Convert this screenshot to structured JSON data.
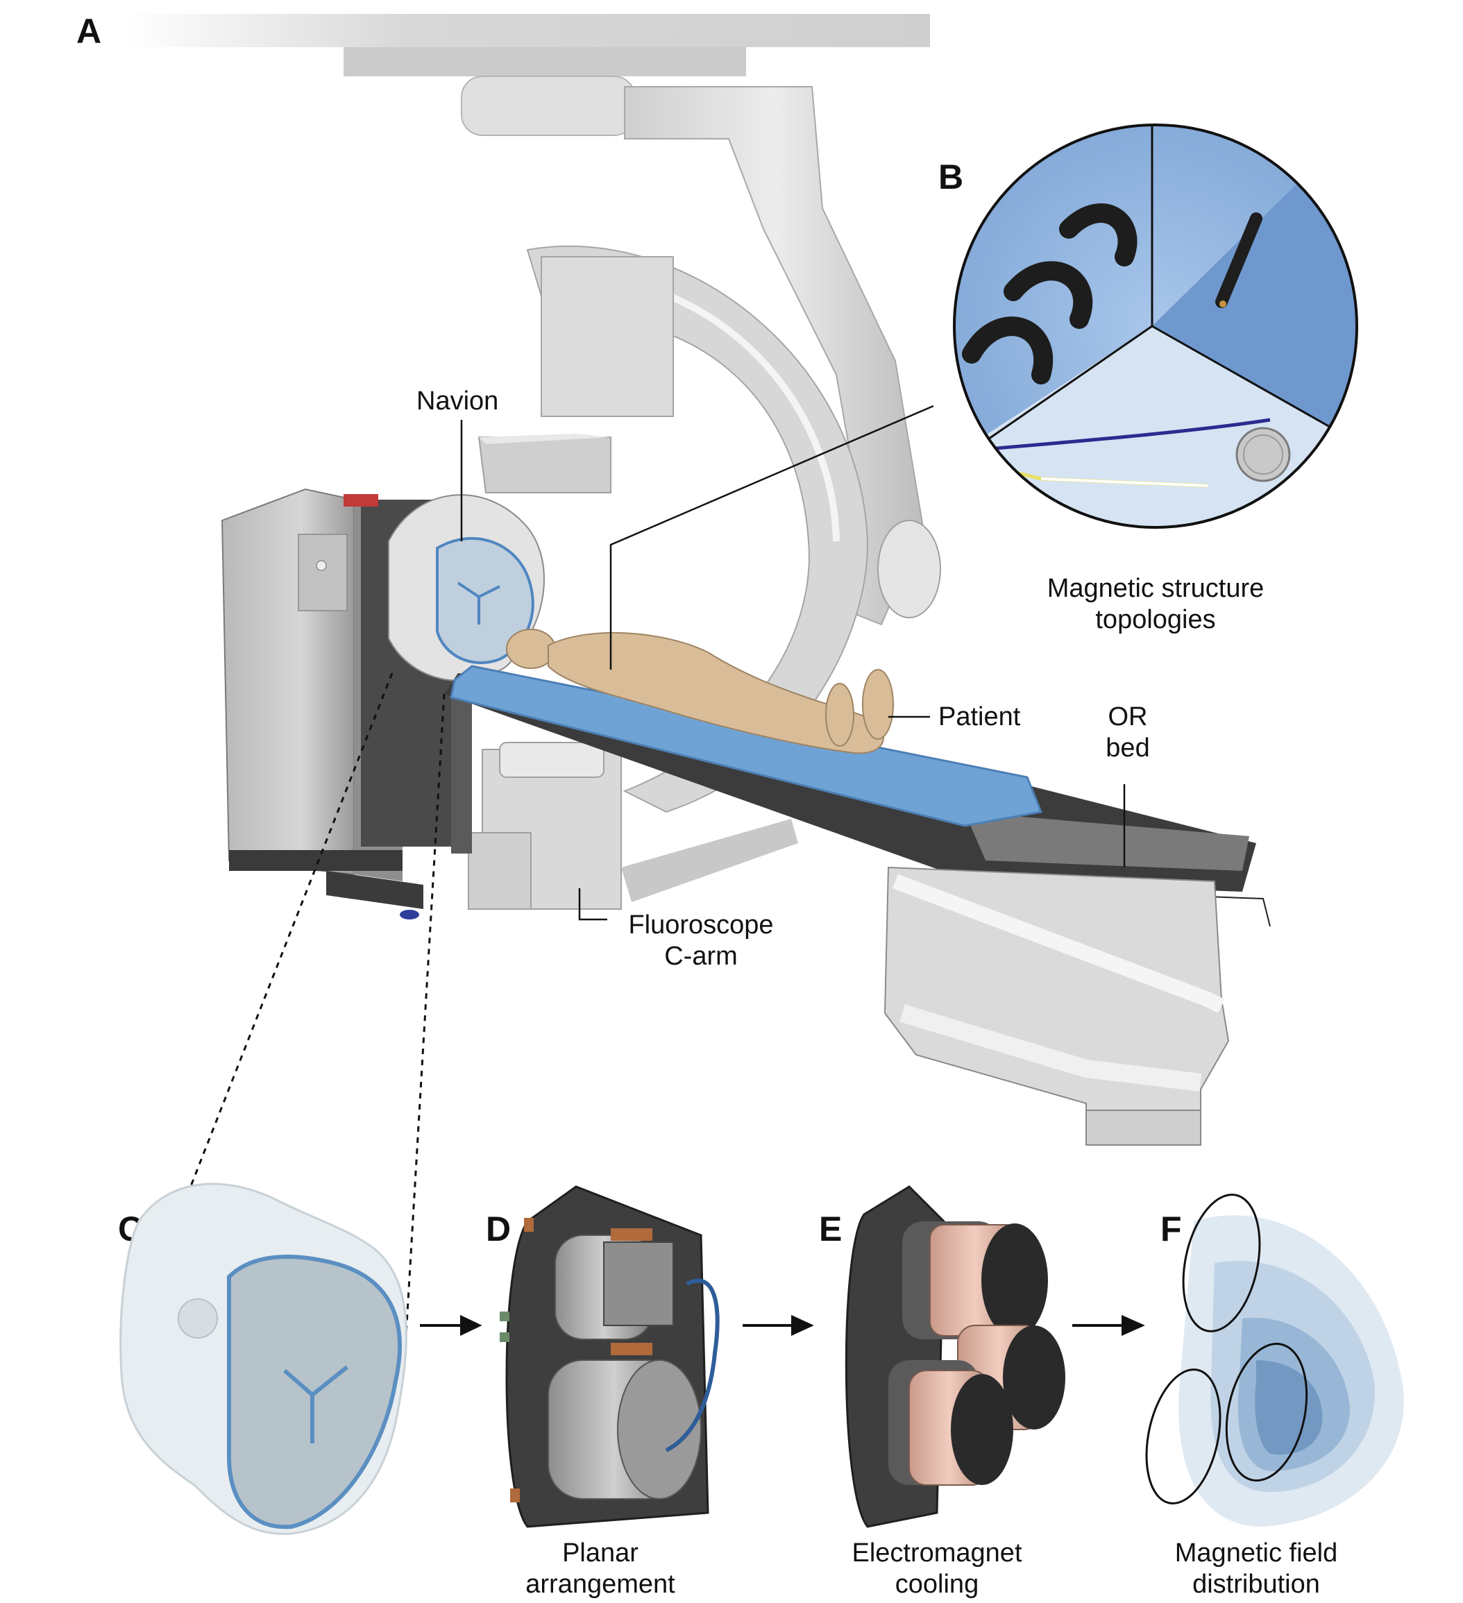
{
  "panels": {
    "a": "A",
    "b": "B",
    "c": "C",
    "d": "D",
    "e": "E",
    "f": "F"
  },
  "labels": {
    "navion": "Navion",
    "patient": "Patient",
    "or_bed_1": "OR",
    "or_bed_2": "bed",
    "fluoroscope_1": "Fluoroscope",
    "fluoroscope_2": "C-arm",
    "magnetic_structure_1": "Magnetic structure",
    "magnetic_structure_2": "topologies",
    "planar_1": "Planar",
    "planar_2": "arrangement",
    "electromagnet_1": "Electromagnet",
    "electromagnet_2": "cooling",
    "field_1": "Magnetic field",
    "field_2": "distribution"
  },
  "colors": {
    "device_grey": "#d9d9d9",
    "dark_grey": "#4a4a4a",
    "bed_blue": "#6fa3d6",
    "skin": "#d9bc98",
    "inset_blue": "#8fb3e0",
    "copper": "#e4b8a8",
    "field_blue": "#9dbbd6"
  }
}
